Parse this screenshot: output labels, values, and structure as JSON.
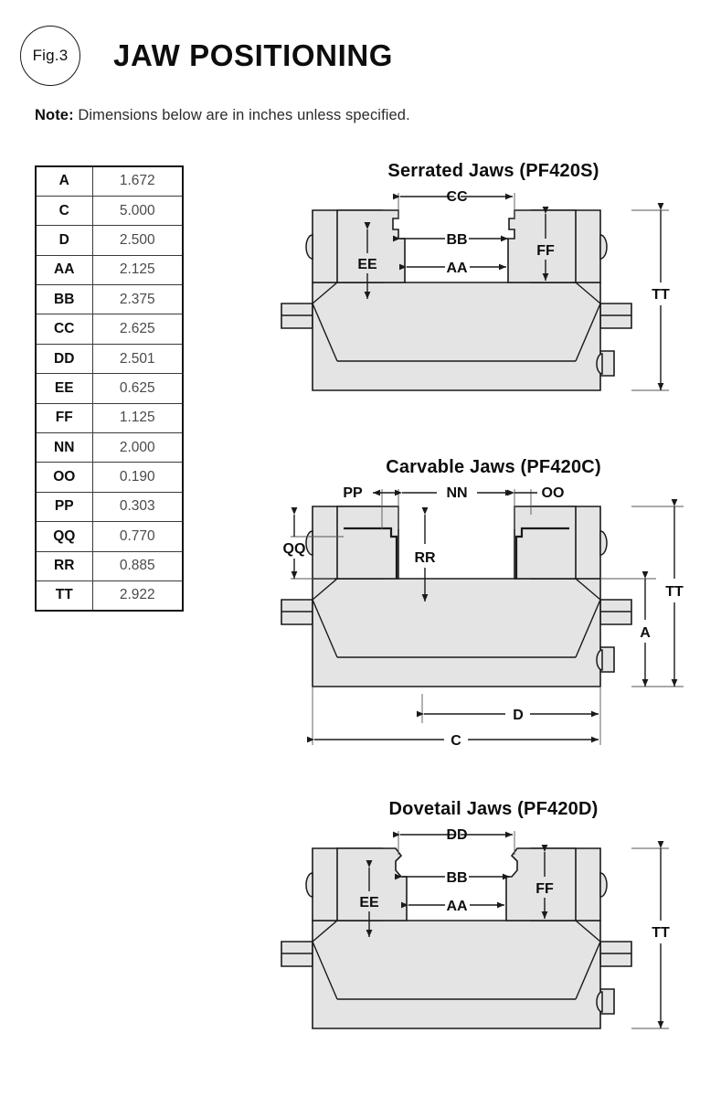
{
  "header": {
    "figure_badge": "Fig.3",
    "title": "JAW POSITIONING"
  },
  "note": {
    "label": "Note:",
    "text": " Dimensions below are in inches unless specified."
  },
  "dimension_table": {
    "rows": [
      {
        "key": "A",
        "value": "1.672"
      },
      {
        "key": "C",
        "value": "5.000"
      },
      {
        "key": "D",
        "value": "2.500"
      },
      {
        "key": "AA",
        "value": "2.125"
      },
      {
        "key": "BB",
        "value": "2.375"
      },
      {
        "key": "CC",
        "value": "2.625"
      },
      {
        "key": "DD",
        "value": "2.501"
      },
      {
        "key": "EE",
        "value": "0.625"
      },
      {
        "key": "FF",
        "value": "1.125"
      },
      {
        "key": "NN",
        "value": "2.000"
      },
      {
        "key": "OO",
        "value": "0.190"
      },
      {
        "key": "PP",
        "value": "0.303"
      },
      {
        "key": "QQ",
        "value": "0.770"
      },
      {
        "key": "RR",
        "value": "0.885"
      },
      {
        "key": "TT",
        "value": "2.922"
      }
    ]
  },
  "diagrams": [
    {
      "id": "serrated",
      "title": "Serrated Jaws (PF420S)",
      "callouts": [
        "CC",
        "BB",
        "AA",
        "EE",
        "FF",
        "TT"
      ]
    },
    {
      "id": "carvable",
      "title": "Carvable Jaws (PF420C)",
      "callouts": [
        "PP",
        "NN",
        "OO",
        "QQ",
        "RR",
        "TT",
        "A",
        "D",
        "C"
      ]
    },
    {
      "id": "dovetail",
      "title": "Dovetail Jaws (PF420D)",
      "callouts": [
        "DD",
        "BB",
        "AA",
        "EE",
        "FF",
        "TT"
      ]
    }
  ],
  "labels": {
    "CC": "CC",
    "BB": "BB",
    "AA": "AA",
    "EE": "EE",
    "FF": "FF",
    "TT": "TT",
    "DD": "DD",
    "PP": "PP",
    "NN": "NN",
    "OO": "OO",
    "QQ": "QQ",
    "RR": "RR",
    "A": "A",
    "C": "C",
    "D": "D"
  },
  "colors": {
    "body_fill": "#e4e4e4",
    "outline": "#1a1a1a",
    "dimension_line": "#2a2a2a",
    "text": "#0d0d0d",
    "value_text": "#4a4a4a",
    "background": "#ffffff"
  }
}
